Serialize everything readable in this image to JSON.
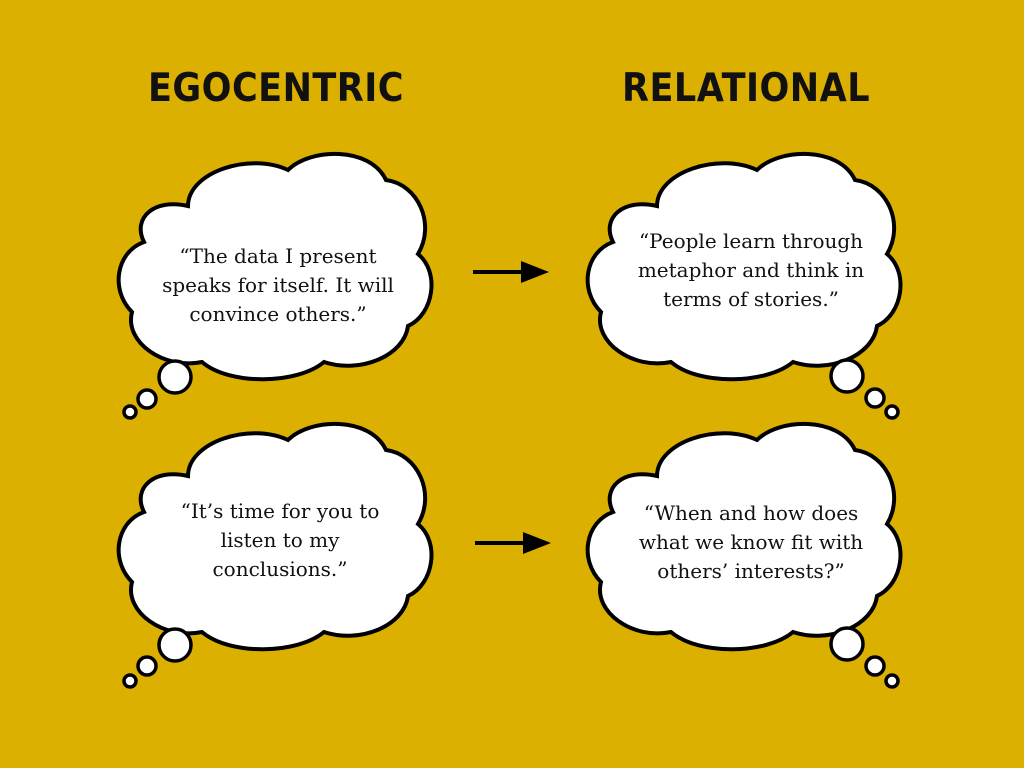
{
  "background_color": "#dcb000",
  "headings": {
    "left": "EGOCENTRIC",
    "right": "RELATIONAL"
  },
  "thoughts": {
    "top_left": "“The data I present speaks for itself. It will convince others.”",
    "top_right": "“People learn through metaphor and think in terms of stories.”",
    "bottom_left": "“It’s time for you to listen to my conclusions.”",
    "bottom_right": "“When and how does what we know fit with others’ interests?”"
  },
  "icons": [
    "thought-bubble-icon",
    "right-arrow-icon"
  ]
}
